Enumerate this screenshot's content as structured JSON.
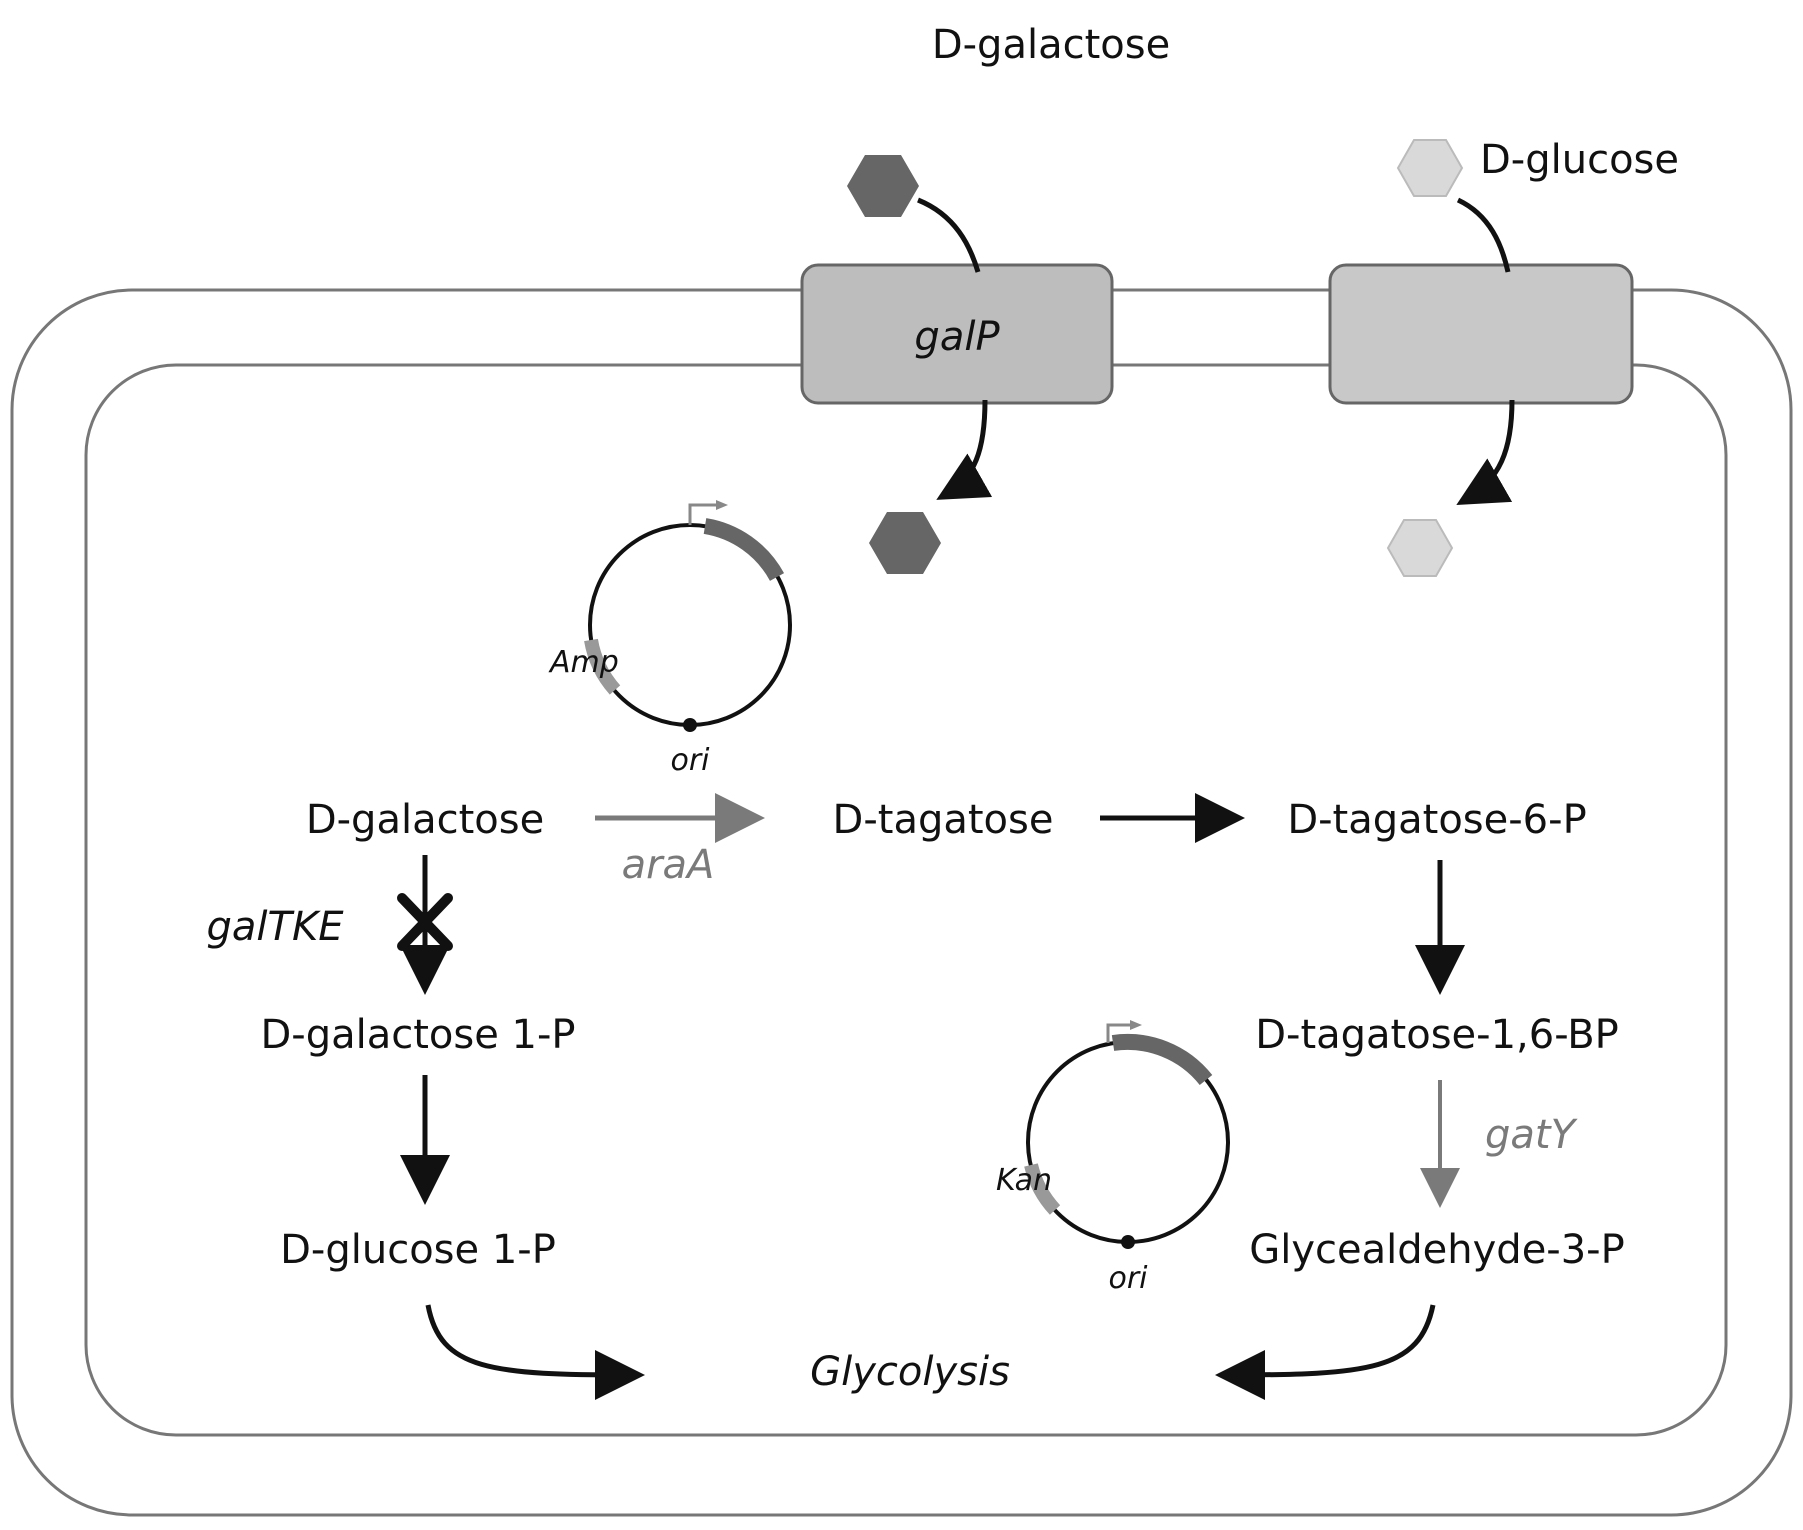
{
  "outside": {
    "galactose_label": "D-galactose",
    "glucose_label": "D-glucose"
  },
  "transporters": {
    "galp_label": "galP"
  },
  "plasmid1": {
    "resistance": "Amp",
    "origin": "ori"
  },
  "plasmid2": {
    "resistance": "Kan",
    "origin": "ori"
  },
  "pathway": {
    "galactose": "D-galactose",
    "tagatose": "D-tagatose",
    "tagatose_6p": "D-tagatose-6-P",
    "tagatose_16bp": "D-tagatose-1,6-BP",
    "glyceraldehyde_3p": "Glycealdehyde-3-P",
    "galactose_1p": "D-galactose 1-P",
    "glucose_1p": "D-glucose 1-P",
    "glycolysis": "Glycolysis"
  },
  "enzymes": {
    "araA": "araA",
    "galTKE": "galTKE",
    "gatY": "gatY"
  },
  "colors": {
    "galactose_marker": "#666666",
    "glucose_marker": "#d9d9d9",
    "transporter_fill": "#bdbdbd",
    "enzyme_grey": "#7a7a7a"
  }
}
